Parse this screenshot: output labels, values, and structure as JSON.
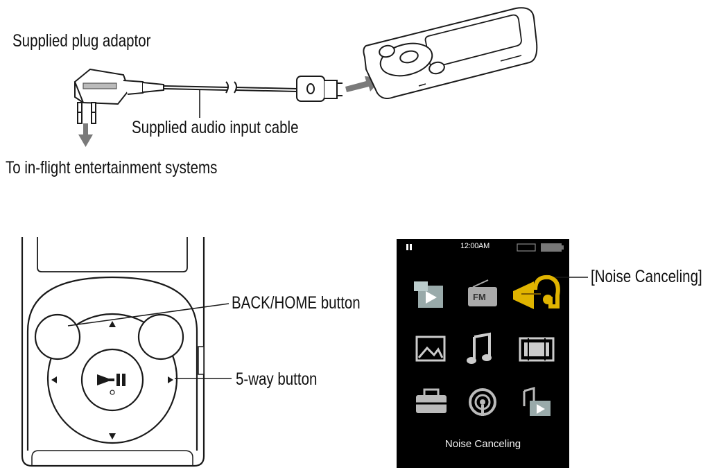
{
  "top_diagram": {
    "plug_adaptor_label": "Supplied plug adaptor",
    "audio_cable_label": "Supplied audio input cable",
    "inflight_label": "To in-flight entertainment systems"
  },
  "controls_diagram": {
    "back_home_label": "BACK/HOME button",
    "five_way_label": "5-way button",
    "play_pause_glyph": "►II",
    "arrow_up": "▲",
    "arrow_down": "▼",
    "arrow_left": "◄",
    "arrow_right": "►"
  },
  "home_menu": {
    "status_pause_glyph": "II",
    "clock": "12:00AM",
    "fm_icon_text": "FM",
    "selected_item_label": "Noise Canceling",
    "callout_label": "[Noise Canceling]",
    "icons": [
      "video-library-icon",
      "fm-radio-icon",
      "noise-canceling-icon",
      "photo-icon",
      "music-icon",
      "video-icon",
      "settings-toolbox-icon",
      "podcast-icon",
      "now-playing-icon"
    ]
  },
  "colors": {
    "line": "#1a1a1a",
    "gray_arrow": "#7a7a7a",
    "screen_bg": "#000000",
    "highlight": "#e0b400"
  }
}
